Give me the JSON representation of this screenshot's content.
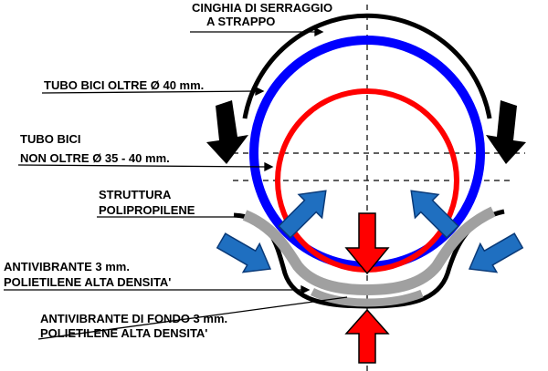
{
  "labels": {
    "strap_line1": "CINGHIA DI SERRAGGIO",
    "strap_line2": "A STRAPPO",
    "tube_large": "TUBO BICI  OLTRE Ø 40 mm.",
    "tube_small_line1": "TUBO BICI",
    "tube_small_line2": "NON OLTRE Ø 35 - 40 mm.",
    "structure_line1": "STRUTTURA",
    "structure_line2": "POLIPROPILENE",
    "antivib_line1": "ANTIVIBRANTE 3 mm.",
    "antivib_line2": "POLIETILENE ALTA DENSITA'",
    "antivib_bottom_line1": "ANTIVIBRANTE DI FONDO 3 mm.",
    "antivib_bottom_line2": "POLIETILENE ALTA DENSITA'"
  },
  "colors": {
    "strap": "#000000",
    "tube_large": "#0000ff",
    "tube_small": "#ff0000",
    "structure": "#000000",
    "antivibration_pad": "#a0a0a0",
    "force_arrow_side": "#1f6fc0",
    "force_arrow_center": "#ff0000",
    "strap_arrow": "#000000"
  }
}
